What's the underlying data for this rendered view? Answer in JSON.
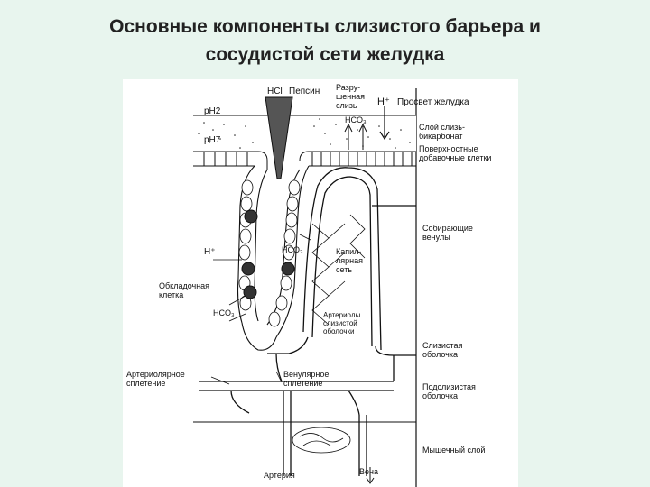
{
  "title": {
    "line1": "Основные компоненты слизистого барьера и",
    "line2": "сосудистой сети желудка"
  },
  "labels": {
    "hcl": "HCl",
    "pepsin": "Пепсин",
    "destroyed_mucus": "Разру-\nшенная\nслизь",
    "h_plus_top": "H⁺",
    "lumen": "Просвет желудка",
    "ph2": "pH2",
    "ph7": "pH7",
    "hco3_top": "HCO₃",
    "mucus_layer": "Слой слизь-\nбикарбонат",
    "surface_cells": "Поверхностные\nдобавочные клетки",
    "collecting_venules": "Собирающие\nвенулы",
    "h_plus_left": "H⁺",
    "hco3_mid": "HCO₃",
    "capillary_net": "Капил-\nлярная\nсеть",
    "parietal_cell": "Обкладочная\nклетка",
    "hco3_low": "HCO₃",
    "mucosa_arterioles": "Артериолы\nслизистой\nоболочки",
    "mucosa": "Слизистая\nоболочка",
    "arteriolar_plexus": "Артериолярное\nсплетение",
    "venular_plexus": "Венулярное\nсплетение",
    "submucosa": "Подслизистая\nоболочка",
    "muscle_layer": "Мышечный слой",
    "artery": "Артерия",
    "vein": "Вена"
  }
}
